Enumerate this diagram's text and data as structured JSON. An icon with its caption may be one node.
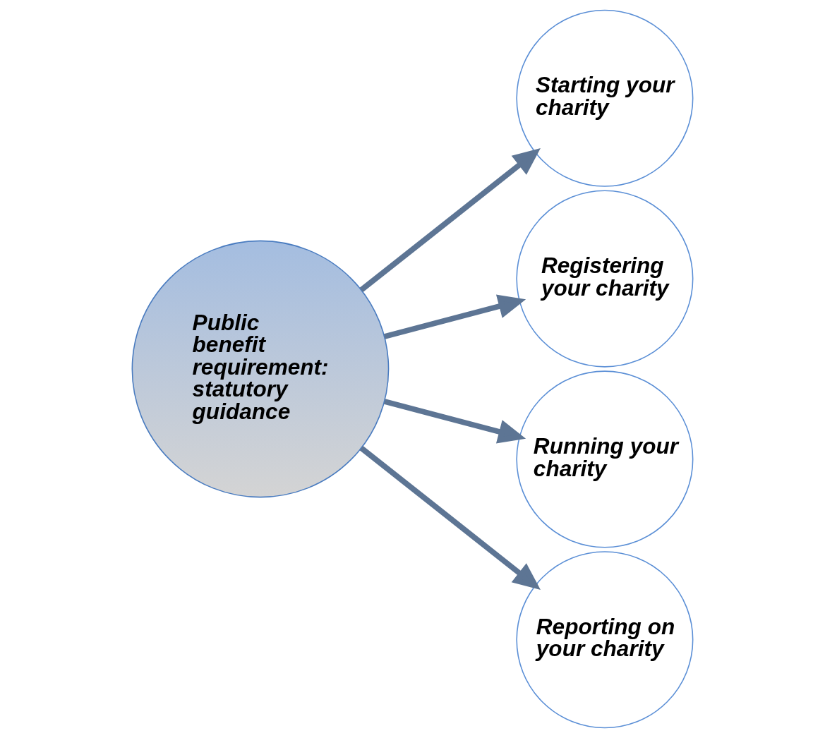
{
  "diagram": {
    "nodes": [
      {
        "text": [
          "Public benefit requirement: statutory guidance"
        ]
      },
      {
        "text": [
          "Starting your charity"
        ]
      },
      {
        "text": [
          "Registering your charity"
        ]
      },
      {
        "text": [
          "Running your charity"
        ]
      },
      {
        "text": [
          "Reporting on your charity"
        ]
      }
    ],
    "edges": [
      {
        "from": 0,
        "to": 1,
        "arrow": "to"
      },
      {
        "from": 0,
        "to": 2,
        "arrow": "to"
      },
      {
        "from": 0,
        "to": 3,
        "arrow": "to"
      },
      {
        "from": 0,
        "to": 4,
        "arrow": "to"
      }
    ]
  }
}
